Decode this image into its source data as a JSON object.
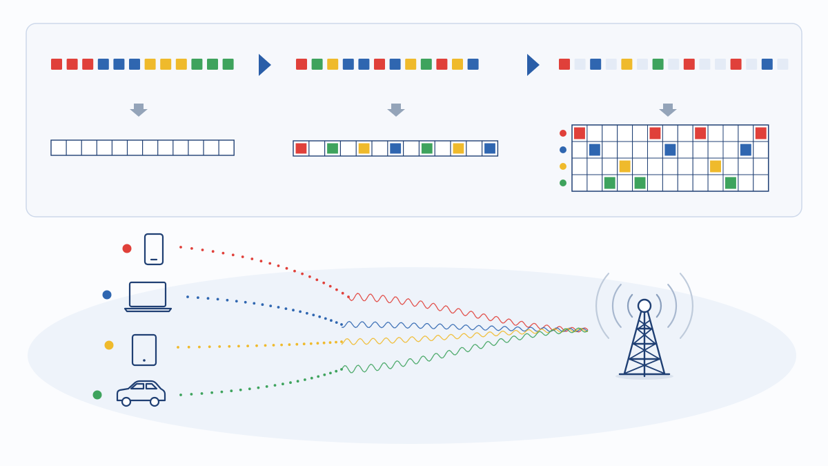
{
  "colors": {
    "red": "#e0403a",
    "blue": "#2f66b0",
    "yellow": "#efba2c",
    "green": "#3ea35d",
    "empty": "#e4ebf6",
    "outline": "#1f3f73",
    "panel_border": "#cdd8ea",
    "panel_fill": "#f6f8fc",
    "arrow_fill": "#2a5ea8",
    "down_arrow_fill": "#94a4b9",
    "ground": "#eef3fa"
  },
  "stages": [
    {
      "stream": [
        "red",
        "red",
        "red",
        "blue",
        "blue",
        "blue",
        "yellow",
        "yellow",
        "yellow",
        "green",
        "green",
        "green"
      ],
      "slots": [
        "",
        "",
        "",
        "",
        "",
        "",
        "",
        "",
        "",
        "",
        "",
        ""
      ]
    },
    {
      "stream": [
        "red",
        "green",
        "yellow",
        "blue",
        "blue",
        "red",
        "blue",
        "yellow",
        "green",
        "red",
        "yellow",
        "blue"
      ],
      "slots": [
        "red",
        "",
        "green",
        "",
        "yellow",
        "",
        "blue",
        "",
        "green",
        "",
        "yellow",
        "",
        "blue"
      ]
    },
    {
      "stream": [
        "red",
        "empty",
        "blue",
        "empty",
        "yellow",
        "empty",
        "green",
        "empty",
        "red",
        "empty",
        "empty",
        "red",
        "empty",
        "blue",
        "empty"
      ],
      "grid": [
        {
          "row": "red",
          "cells": [
            1,
            0,
            0,
            0,
            0,
            1,
            0,
            0,
            1,
            0,
            0,
            0,
            1
          ]
        },
        {
          "row": "blue",
          "cells": [
            0,
            1,
            0,
            0,
            0,
            0,
            1,
            0,
            0,
            0,
            0,
            1,
            0
          ]
        },
        {
          "row": "yellow",
          "cells": [
            0,
            0,
            0,
            1,
            0,
            0,
            0,
            0,
            0,
            1,
            0,
            0,
            0
          ]
        },
        {
          "row": "green",
          "cells": [
            0,
            0,
            1,
            0,
            1,
            0,
            0,
            0,
            0,
            0,
            1,
            0,
            0
          ]
        }
      ]
    }
  ],
  "devices": [
    {
      "icon": "smartphone-icon",
      "color": "red"
    },
    {
      "icon": "laptop-icon",
      "color": "blue"
    },
    {
      "icon": "tablet-icon",
      "color": "yellow"
    },
    {
      "icon": "car-icon",
      "color": "green"
    }
  ],
  "base_station": {
    "icon": "cell-tower-icon"
  }
}
